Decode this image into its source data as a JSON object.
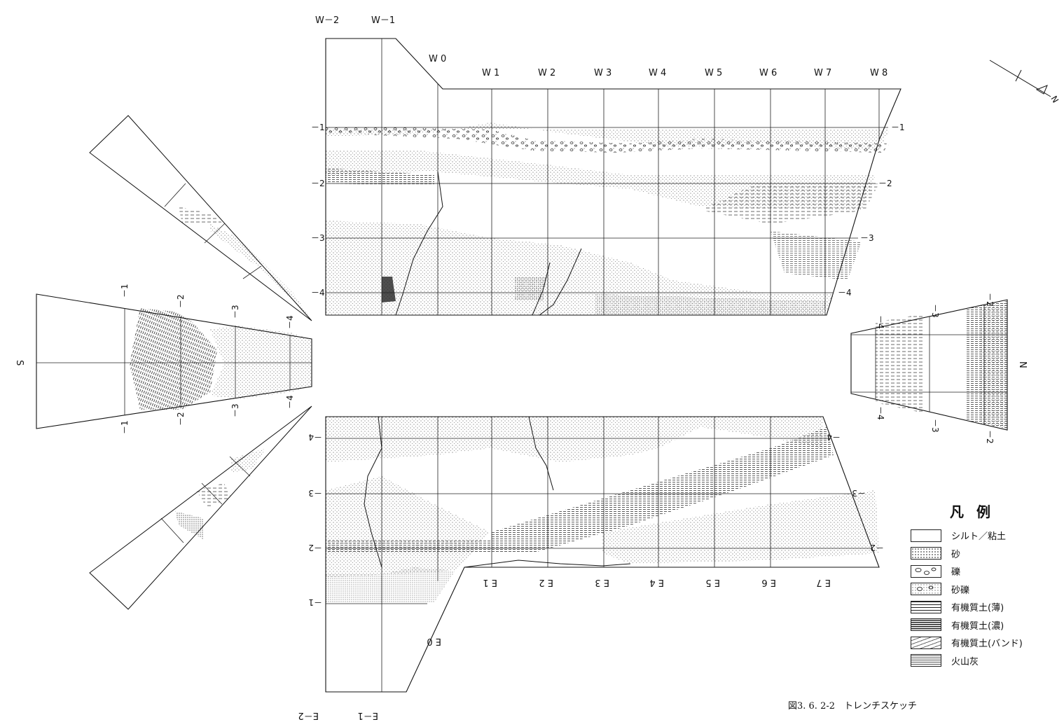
{
  "figure": {
    "caption": "図3. 6. 2-2　トレンチスケッチ"
  },
  "west_wall": {
    "top_labels": [
      "W－2",
      "W－1",
      "W 0",
      "W 1",
      "W 2",
      "W 3",
      "W 4",
      "W 5",
      "W 6",
      "W 7",
      "W 8"
    ],
    "depth_labels_left": [
      "－1",
      "－2",
      "－3",
      "－4"
    ],
    "depth_labels_right": [
      "－1",
      "－2",
      "－3",
      "－4"
    ]
  },
  "east_wall": {
    "bottom_labels": [
      "E－2",
      "E－1",
      "E 0",
      "E 1",
      "E 2",
      "E 3",
      "E 4",
      "E 5",
      "E 6",
      "E 7"
    ],
    "depth_labels_left": [
      "－4",
      "－3",
      "－2",
      "－1"
    ],
    "depth_labels_right": [
      "－4",
      "－3",
      "－2"
    ]
  },
  "south_wall": {
    "direction": "S",
    "depth_labels": [
      "－1",
      "－2",
      "－3",
      "－4"
    ]
  },
  "north_wall": {
    "direction": "N",
    "depth_labels": [
      "－4",
      "－3",
      "－2"
    ]
  },
  "compass": {
    "label": "N"
  },
  "legend": {
    "title": "凡例",
    "items": [
      {
        "label": "シルト／粘土",
        "pattern": "silt"
      },
      {
        "label": "砂",
        "pattern": "sand"
      },
      {
        "label": "礫",
        "pattern": "gravel"
      },
      {
        "label": "砂礫",
        "pattern": "sandgravel"
      },
      {
        "label": "有機質土(薄)",
        "pattern": "org-thin"
      },
      {
        "label": "有機質土(濃)",
        "pattern": "org-dense"
      },
      {
        "label": "有機質土(バンド)",
        "pattern": "org-band"
      },
      {
        "label": "火山灰",
        "pattern": "ash"
      }
    ]
  }
}
